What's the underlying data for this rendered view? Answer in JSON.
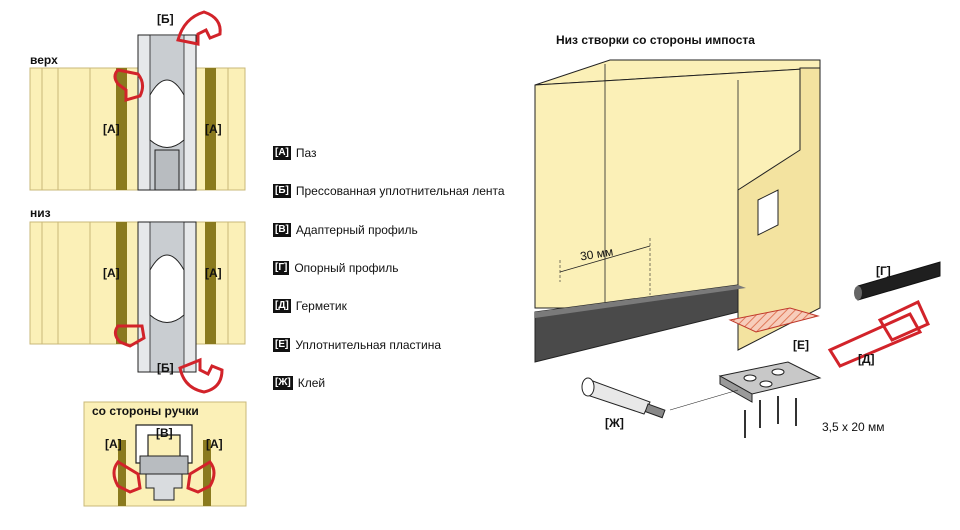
{
  "sections": {
    "top": "верх",
    "bottom": "низ",
    "handle_side": "со стороны ручки",
    "impost_title": "Низ створки со стороны импоста"
  },
  "labels": {
    "a": "[А]",
    "b": "[Б]",
    "v": "[В]",
    "g": "[Г]",
    "d": "[Д]",
    "e": "[Е]",
    "zh": "[Ж]"
  },
  "dimensions": {
    "offset": "30 мм",
    "screws": "3,5 x 20 мм"
  },
  "legend": [
    {
      "key": "[А]",
      "text": "Паз"
    },
    {
      "key": "[Б]",
      "text": "Прессованная уплотнительная лента"
    },
    {
      "key": "[В]",
      "text": "Адаптерный профиль"
    },
    {
      "key": "[Г]",
      "text": "Опорный профиль"
    },
    {
      "key": "[Д]",
      "text": "Герметик"
    },
    {
      "key": "[Е]",
      "text": "Уплотнительная пластина"
    },
    {
      "key": "[Ж]",
      "text": "Клей"
    }
  ],
  "colors": {
    "panel": "#fbf0b7",
    "panel_line": "#c9b878",
    "groove": "#8a7a1e",
    "seal_red": "#d2232a",
    "profile_gray": "#b8bcc0",
    "outline": "#222222"
  }
}
